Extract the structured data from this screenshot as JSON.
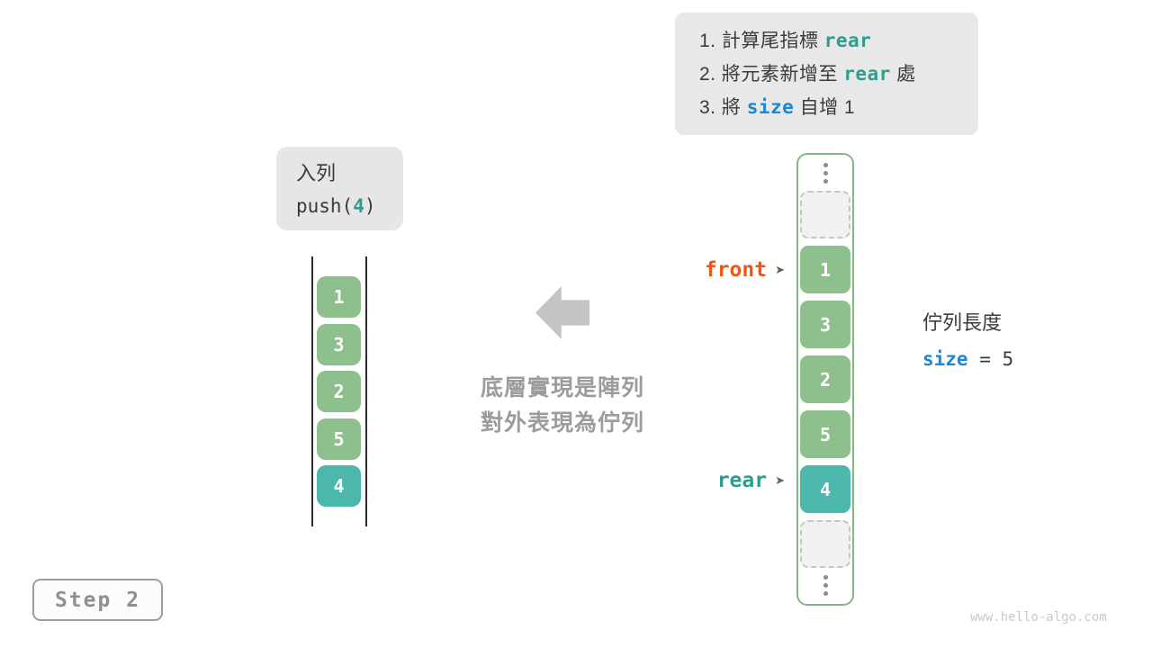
{
  "colors": {
    "cell_green": "#8ec08e",
    "cell_teal": "#4cb7ad",
    "container_border_green": "#82b882",
    "front_orange": "#e8591c",
    "rear_teal": "#2e9c8f",
    "size_blue": "#1e87d5",
    "box_gray": "#e8e8e8",
    "caption_gray": "#9c9c9c",
    "arrow_gray": "#c4c4c4",
    "text_dark": "#3a3a3a"
  },
  "instructions": {
    "lines": [
      {
        "pre": "1. 計算尾指標 ",
        "kw": "rear",
        "post": ""
      },
      {
        "pre": "2. 將元素新增至 ",
        "kw": "rear",
        "post": " 處"
      },
      {
        "pre": "3. 將 ",
        "kw": "size",
        "post": " 自增 1"
      }
    ]
  },
  "enqueue_box": {
    "title": "入列",
    "code_pre": "push(",
    "code_arg": "4",
    "code_post": ")"
  },
  "left_queue": {
    "values": [
      "1",
      "3",
      "2",
      "5",
      "4"
    ]
  },
  "middle_caption": {
    "line1": "底層實現是陣列",
    "line2": "對外表現為佇列"
  },
  "right_array": {
    "values": [
      "1",
      "3",
      "2",
      "5",
      "4"
    ]
  },
  "pointers": {
    "front_label": "front",
    "rear_label": "rear",
    "arrow_glyph": "➤"
  },
  "length_note": {
    "title": "佇列長度",
    "var": "size",
    "rest": " = 5"
  },
  "step_badge": "Step 2",
  "watermark": "www.hello-algo.com"
}
